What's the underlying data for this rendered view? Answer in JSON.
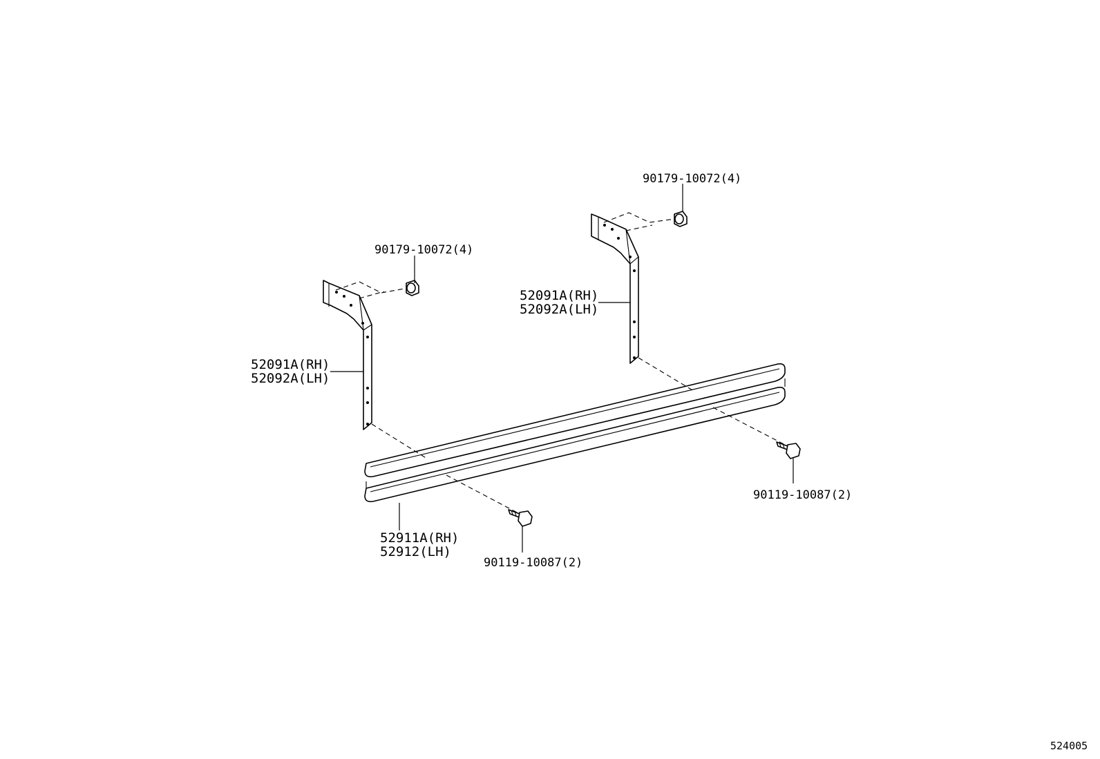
{
  "labels": {
    "nut_left": "90179-10072(4)",
    "nut_right": "90179-10072(4)",
    "bracket_left_rh": "52091A(RH)",
    "bracket_left_lh": "52092A(LH)",
    "bracket_right_rh": "52091A(RH)",
    "bracket_right_lh": "52092A(LH)",
    "step_rh": "52911A(RH)",
    "step_lh": "52912(LH)",
    "bolt_left": "90119-10087(2)",
    "bolt_right": "90119-10087(2)"
  },
  "illustration_id": "524005"
}
